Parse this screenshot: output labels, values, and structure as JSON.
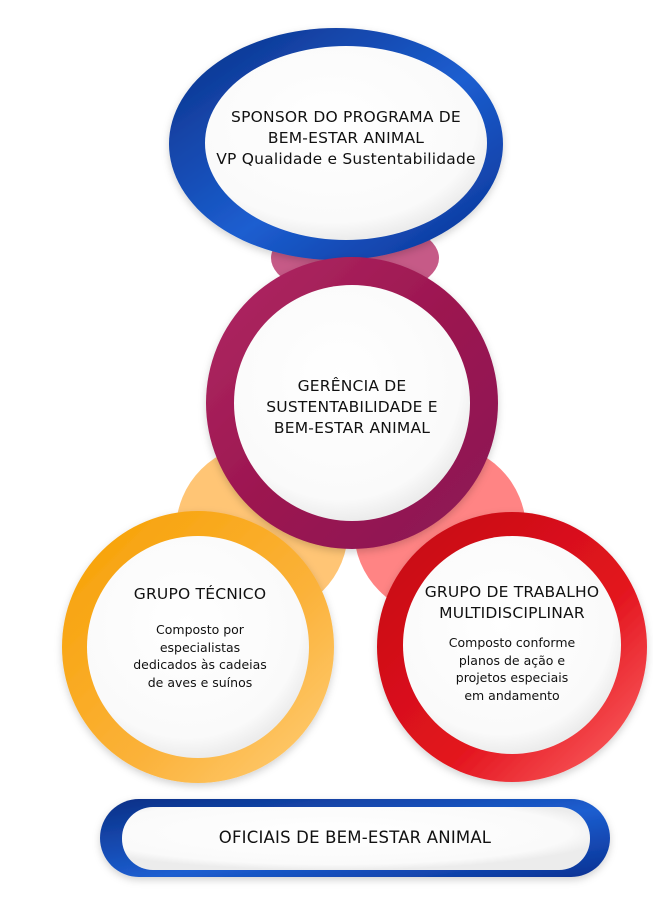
{
  "colors": {
    "blue": "#0a3a9c",
    "blue_light": "#1c63cf",
    "magenta": "#a11a57",
    "magenta_light": "#c4456f",
    "orange": "#f6a21a",
    "orange_light": "#ffcb6b",
    "red": "#d4121a",
    "red_light": "#ff5a5a"
  },
  "sponsor": {
    "line1": "SPONSOR DO PROGRAMA DE",
    "line2": "BEM-ESTAR ANIMAL",
    "line3": "VP Qualidade e Sustentabilidade"
  },
  "gerencia": {
    "line1": "GERÊNCIA DE",
    "line2": "SUSTENTABILIDADE E",
    "line3": "BEM-ESTAR ANIMAL"
  },
  "grupo_tecnico": {
    "title": "GRUPO TÉCNICO",
    "desc": [
      "Composto por",
      "especialistas",
      "dedicados às cadeias",
      "de aves e suínos"
    ]
  },
  "grupo_trabalho": {
    "title1": "GRUPO DE TRABALHO",
    "title2": "MULTIDISCIPLINAR",
    "desc": [
      "Composto conforme",
      "planos de ação e",
      "projetos especiais",
      "em andamento"
    ]
  },
  "oficiais": {
    "label": "OFICIAIS DE BEM-ESTAR ANIMAL"
  }
}
